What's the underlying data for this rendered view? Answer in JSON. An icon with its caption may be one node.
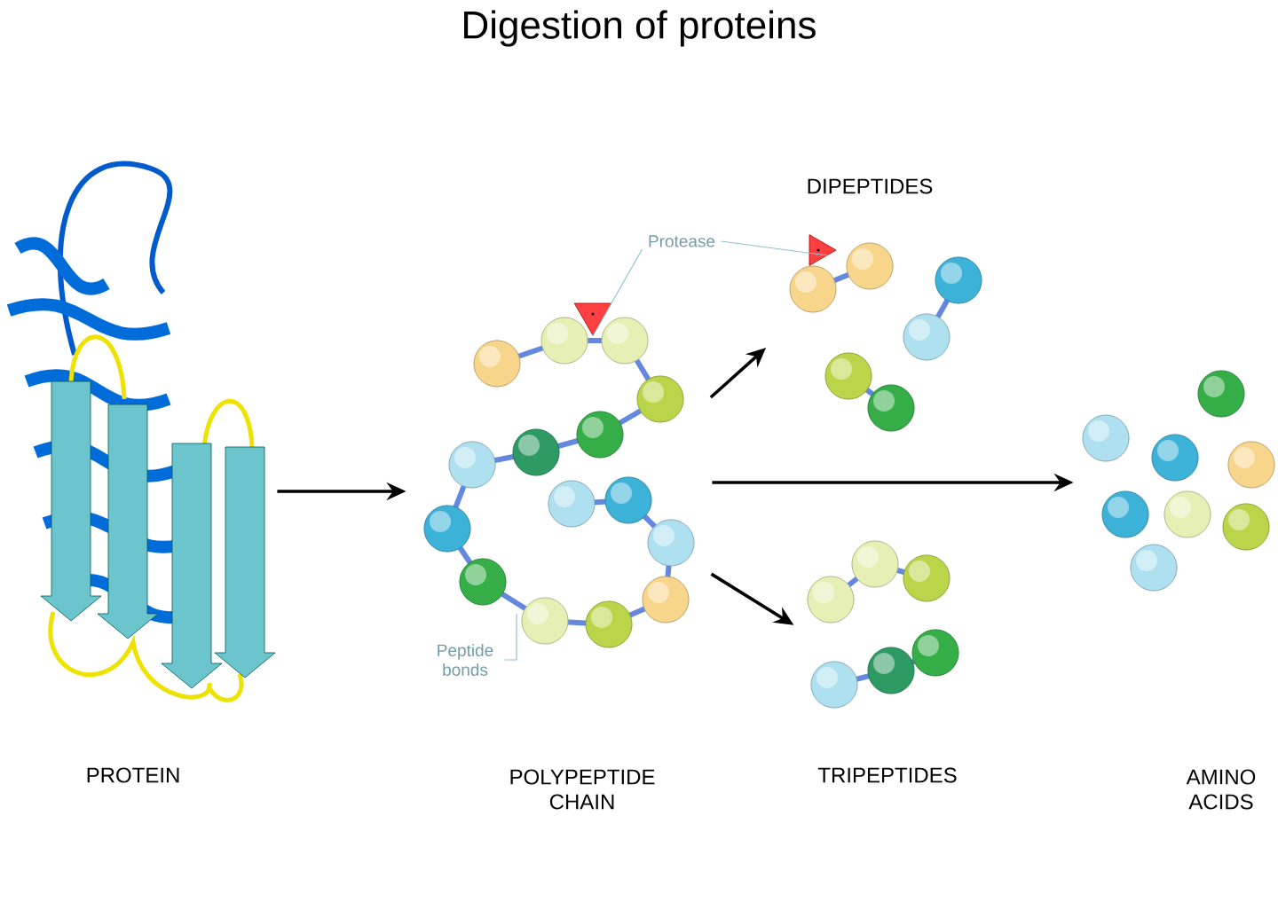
{
  "diagram": {
    "title": "Digestion of proteins",
    "nodes": [
      {
        "text": [],
        "shape": "picture",
        "beside": [
          "PROTEIN"
        ]
      },
      {
        "text": [],
        "shape": "picture"
      },
      {
        "text": [],
        "shape": "picture",
        "beside": [
          "DIPEPTIDES"
        ]
      },
      {
        "text": [],
        "shape": "picture",
        "beside": [
          "TRIPEPTIDES"
        ]
      },
      {
        "text": [],
        "shape": "picture"
      },
      {
        "text": [
          "Protease"
        ]
      },
      {
        "text": [],
        "shape": "triangle",
        "in": 1
      },
      {
        "text": [],
        "shape": "triangle",
        "in": 2
      },
      {
        "text": [
          "Peptide bonds"
        ]
      }
    ],
    "edges": [
      {
        "from": 0,
        "to": 1,
        "arrow": "to"
      },
      {
        "from": 1,
        "to": 2,
        "arrow": "to"
      },
      {
        "from": 1,
        "to": 3,
        "arrow": "to"
      },
      {
        "from": 1,
        "to": 4,
        "arrow": "to"
      },
      {
        "from": 5,
        "to": 6,
        "arrow": "none",
        "color": "#8fc3d2"
      },
      {
        "from": 5,
        "to": 7,
        "arrow": "none",
        "color": "#8fc3d2"
      },
      {
        "from": 8,
        "to": 1,
        "arrow": "none",
        "color": "#8fc3d2"
      }
    ],
    "labels": [
      "POLYPEPTIDE CHAIN",
      "AMINO ACIDS"
    ]
  }
}
